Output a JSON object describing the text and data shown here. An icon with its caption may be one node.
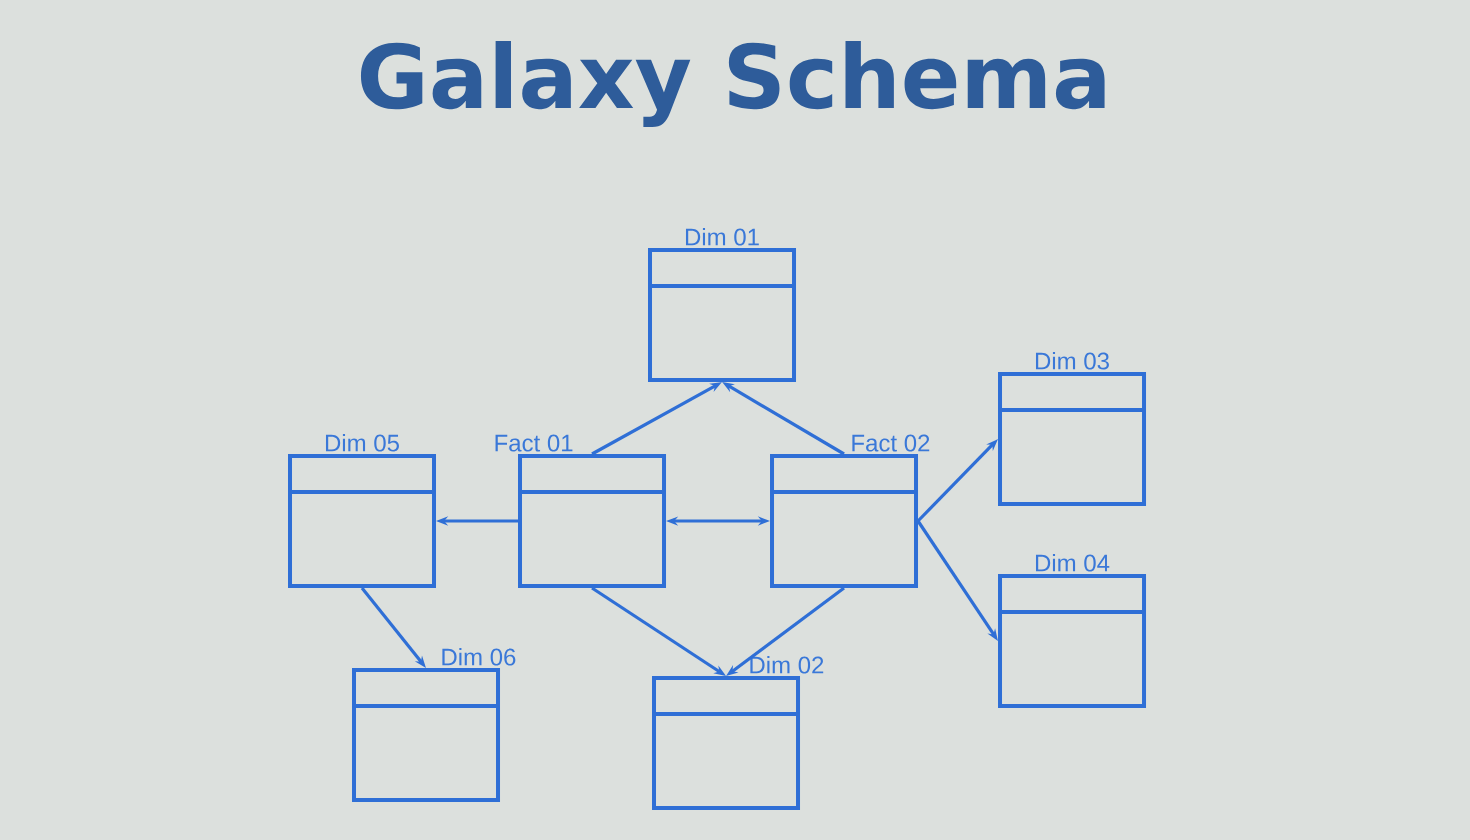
{
  "diagram": {
    "title": "Galaxy Schema",
    "nodes": [
      {
        "text": [
          "Dim 01"
        ]
      },
      {
        "text": [
          "Dim 03"
        ]
      },
      {
        "text": [
          "Dim 05"
        ]
      },
      {
        "text": [
          "Fact 01"
        ]
      },
      {
        "text": [
          "Fact 02"
        ]
      },
      {
        "text": [
          "Dim 04"
        ]
      },
      {
        "text": [
          "Dim 06"
        ]
      },
      {
        "text": [
          "Dim 02"
        ]
      }
    ],
    "edges": [
      {
        "from": 3,
        "to": 0,
        "arrow": "to"
      },
      {
        "from": 4,
        "to": 0,
        "arrow": "to"
      },
      {
        "from": 3,
        "to": 2,
        "arrow": "to"
      },
      {
        "from": 3,
        "to": 4,
        "arrow": "both"
      },
      {
        "from": 4,
        "to": 1,
        "arrow": "to"
      },
      {
        "from": 4,
        "to": 5,
        "arrow": "to"
      },
      {
        "from": 3,
        "to": 7,
        "arrow": "to"
      },
      {
        "from": 4,
        "to": 7,
        "arrow": "to"
      },
      {
        "from": 2,
        "to": 6,
        "arrow": "to"
      }
    ]
  }
}
